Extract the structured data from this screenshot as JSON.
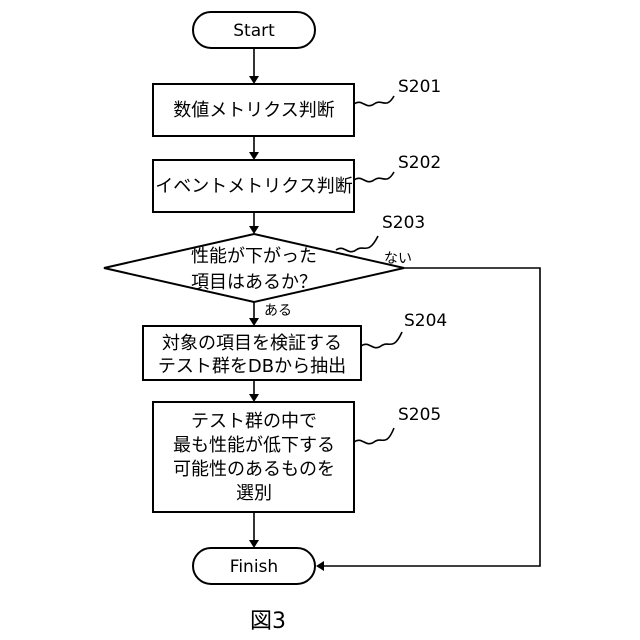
{
  "flowchart": {
    "start": "Start",
    "finish": "Finish",
    "s201": {
      "id": "S201",
      "lines": [
        "数値メトリクス判断"
      ]
    },
    "s202": {
      "id": "S202",
      "lines": [
        "イベントメトリクス判断"
      ]
    },
    "s203": {
      "id": "S203",
      "lines": [
        "性能が下がった",
        "項目はあるか？"
      ],
      "yes": "ある",
      "no": "ない"
    },
    "s204": {
      "id": "S204",
      "lines": [
        "対象の項目を検証する",
        "テスト群をDBから抽出"
      ]
    },
    "s205": {
      "id": "S205",
      "lines": [
        "テスト群の中で",
        "最も性能が低下する",
        "可能性のあるものを",
        "選別"
      ]
    }
  },
  "figure_caption": "図3"
}
